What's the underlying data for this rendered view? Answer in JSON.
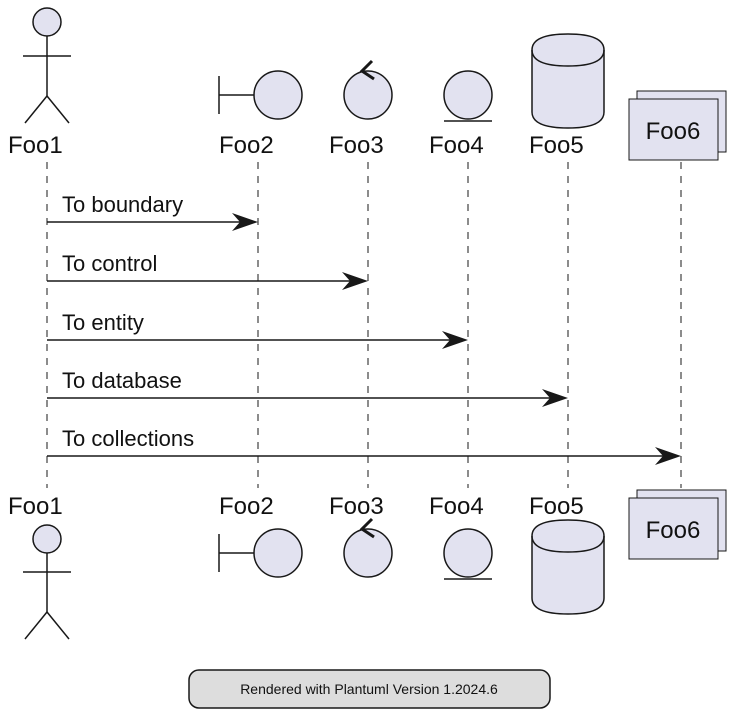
{
  "diagram": {
    "participants": [
      {
        "id": "p1",
        "name": "Foo1",
        "kind": "actor"
      },
      {
        "id": "p2",
        "name": "Foo2",
        "kind": "boundary"
      },
      {
        "id": "p3",
        "name": "Foo3",
        "kind": "control"
      },
      {
        "id": "p4",
        "name": "Foo4",
        "kind": "entity"
      },
      {
        "id": "p5",
        "name": "Foo5",
        "kind": "database"
      },
      {
        "id": "p6",
        "name": "Foo6",
        "kind": "collections"
      }
    ],
    "messages": [
      {
        "from": "Foo1",
        "to": "Foo2",
        "label": "To boundary"
      },
      {
        "from": "Foo1",
        "to": "Foo3",
        "label": "To control"
      },
      {
        "from": "Foo1",
        "to": "Foo4",
        "label": "To entity"
      },
      {
        "from": "Foo1",
        "to": "Foo5",
        "label": "To database"
      },
      {
        "from": "Foo1",
        "to": "Foo6",
        "label": "To collections"
      }
    ]
  },
  "footer": {
    "text": "Rendered with Plantuml Version 1.2024.6"
  },
  "colors": {
    "participant_fill": "#e2e2f0",
    "stroke": "#181818",
    "footer_fill": "#dddddd"
  }
}
